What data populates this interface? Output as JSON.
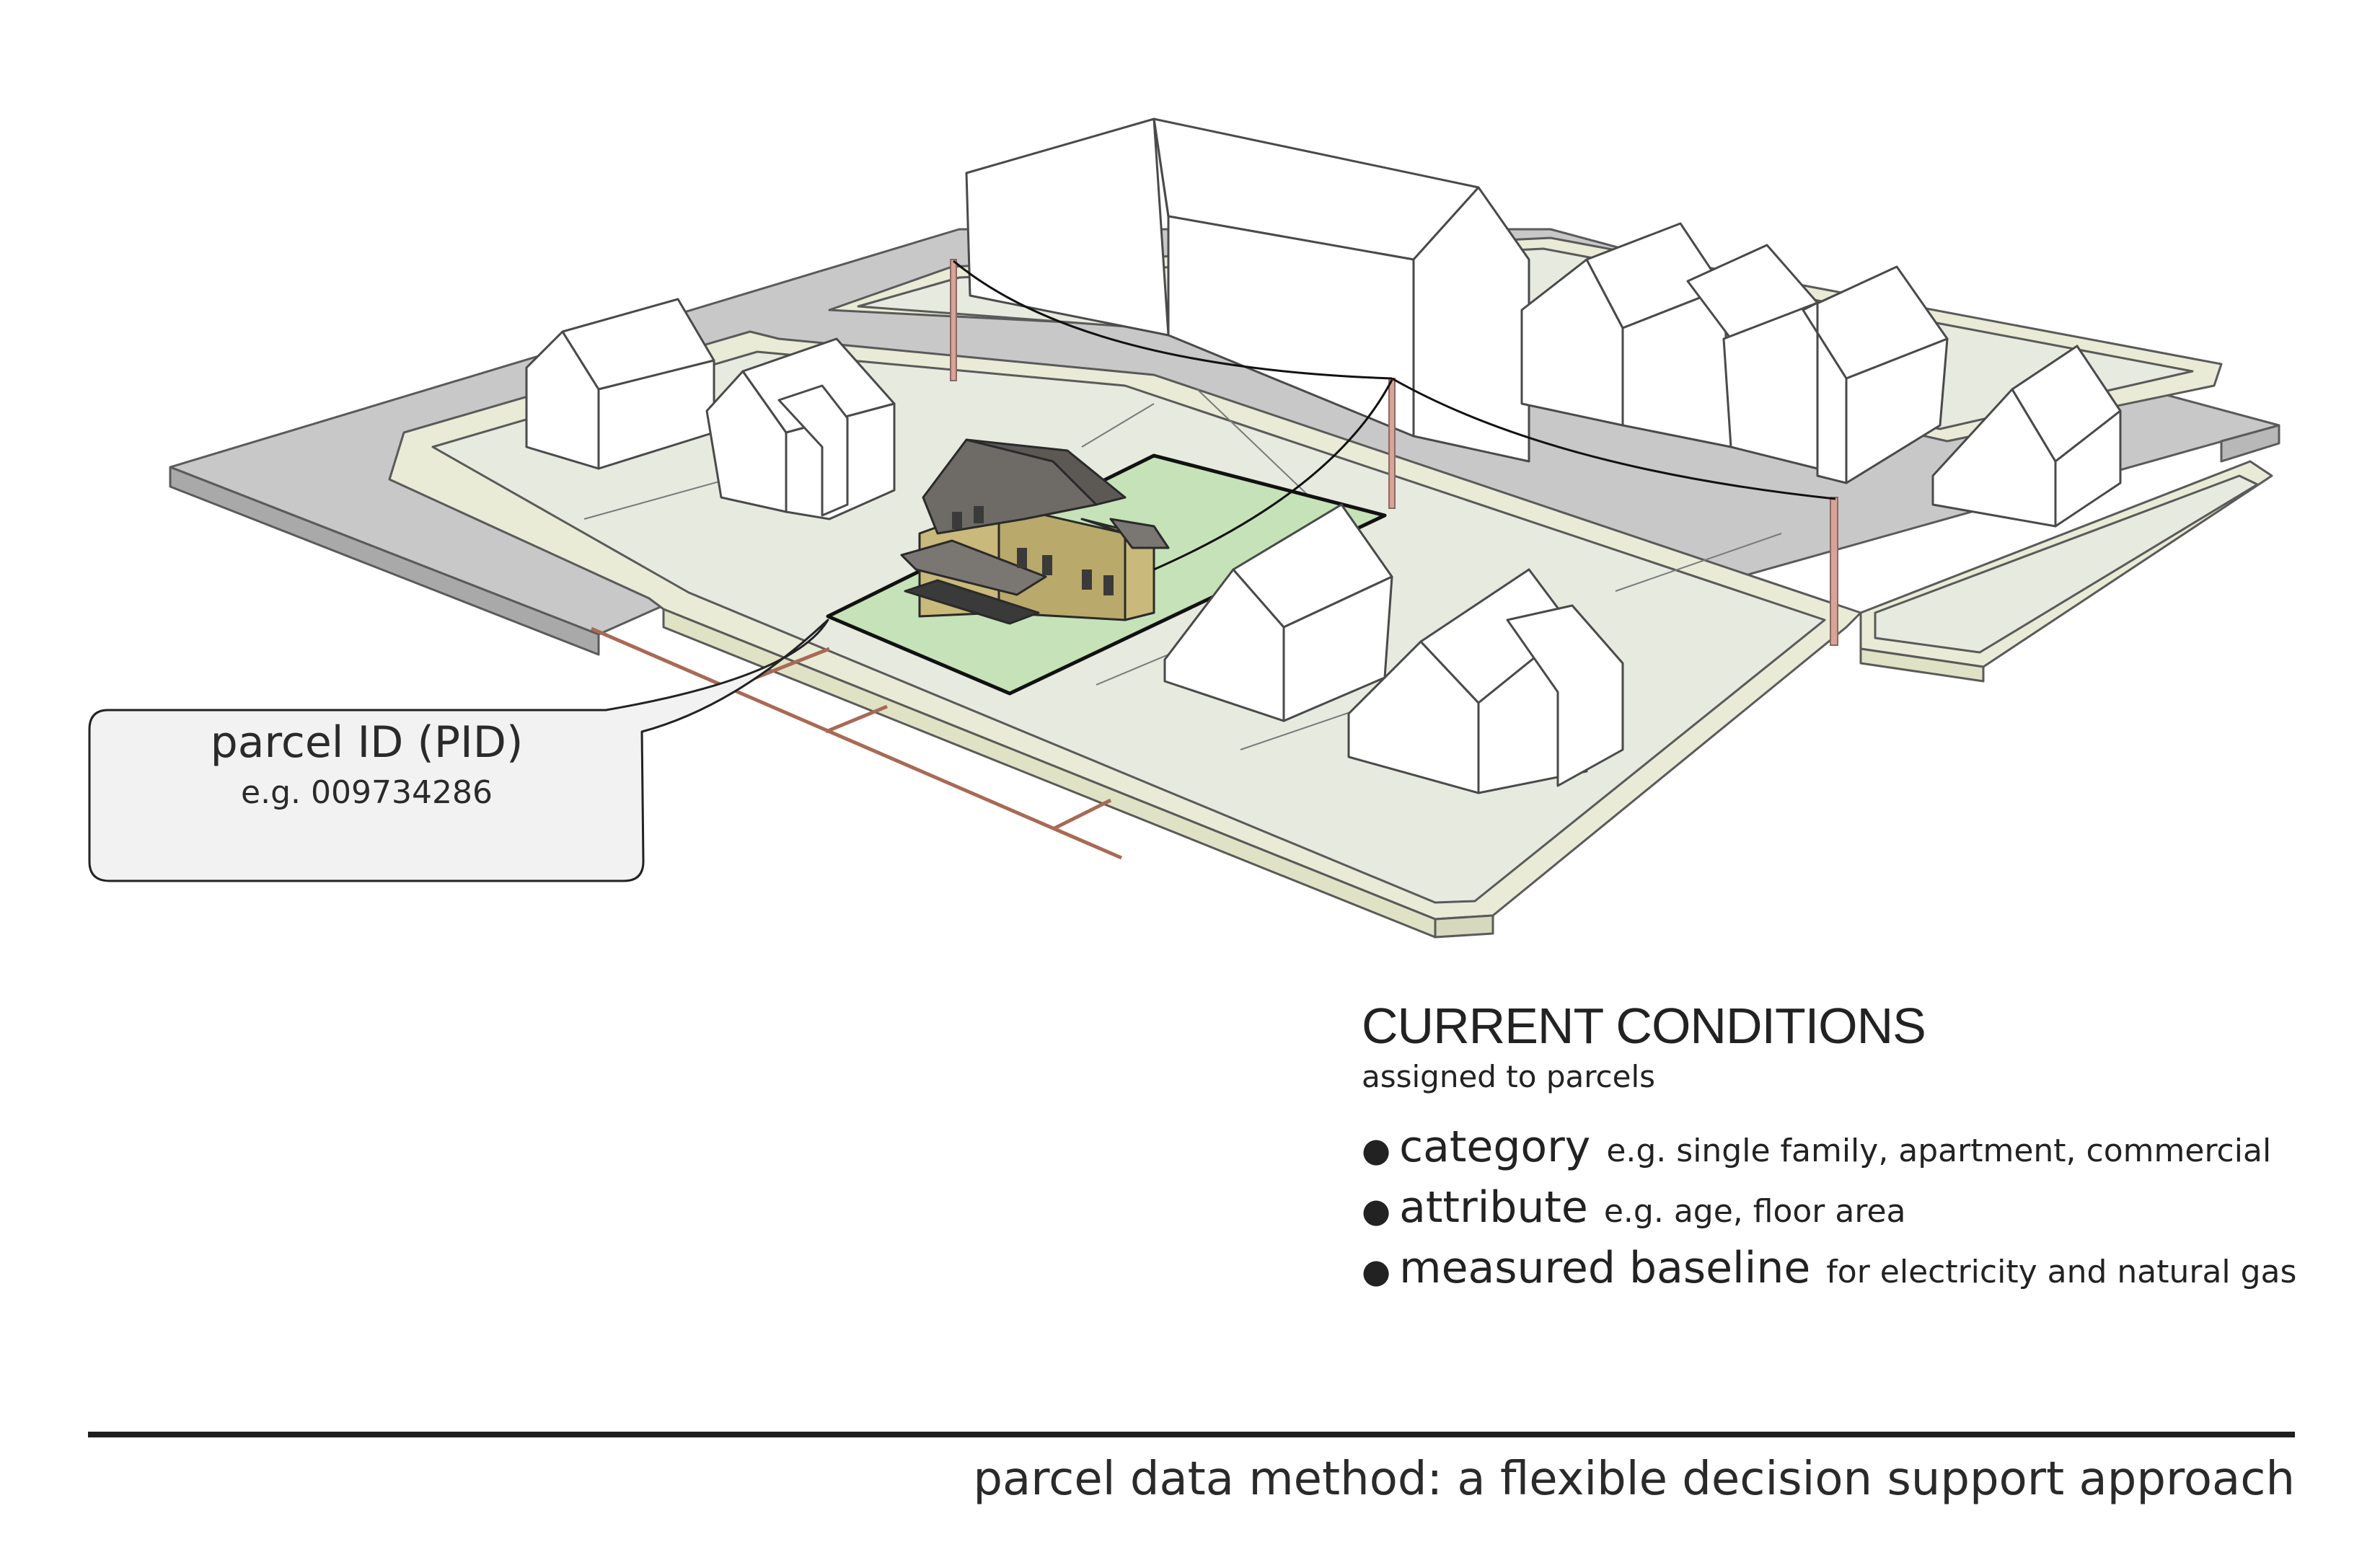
{
  "callout": {
    "title": "parcel ID (PID)",
    "example": "e.g. 009734286"
  },
  "conditions": {
    "title": "CURRENT CONDITIONS",
    "subtitle": "assigned to parcels",
    "bullet_glyph": "●",
    "items": [
      {
        "term": "category",
        "desc": "e.g. single family, apartment, commercial"
      },
      {
        "term": "attribute",
        "desc": "e.g. age, floor area"
      },
      {
        "term": "measured baseline",
        "desc": "for electricity and natural gas"
      }
    ]
  },
  "footer": {
    "title": "parcel data method: a flexible decision support approach"
  },
  "colors": {
    "road": "#c8c8c8",
    "sidewalk": "#e9ebd6",
    "lot": "#e6eadf",
    "parcel_highlight": "#c6e2b8",
    "building": "#ffffff",
    "house_wall": "#c9b97a",
    "house_roof": "#6e6a66",
    "pole": "#d9a39a",
    "pipe": "#a86a55",
    "callout_fill": "#f2f2f3"
  }
}
